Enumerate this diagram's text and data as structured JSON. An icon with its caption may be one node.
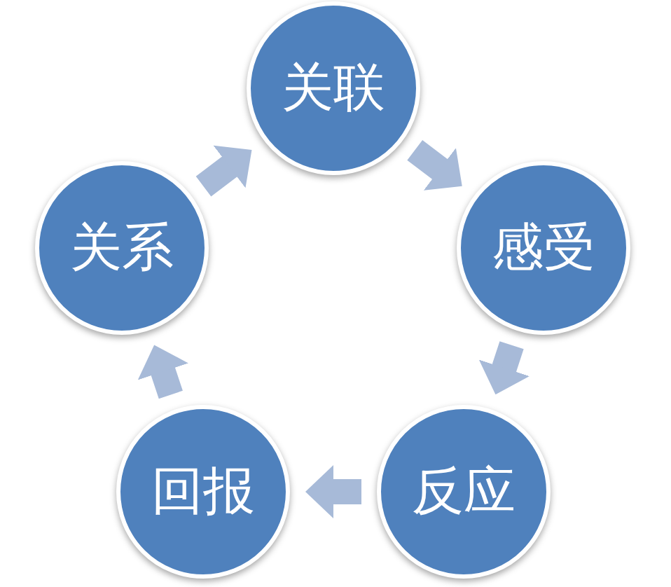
{
  "diagram": {
    "nodes": [
      {
        "text": [
          "关联"
        ]
      },
      {
        "text": [
          "感受"
        ]
      },
      {
        "text": [
          "反应"
        ]
      },
      {
        "text": [
          "回报"
        ]
      },
      {
        "text": [
          "关系"
        ]
      }
    ],
    "edges": [
      {
        "from": 0,
        "to": 1,
        "arrow": "to"
      },
      {
        "from": 1,
        "to": 2,
        "arrow": "to"
      },
      {
        "from": 2,
        "to": 3,
        "arrow": "to"
      },
      {
        "from": 3,
        "to": 4,
        "arrow": "to"
      },
      {
        "from": 4,
        "to": 0,
        "arrow": "to"
      }
    ]
  }
}
